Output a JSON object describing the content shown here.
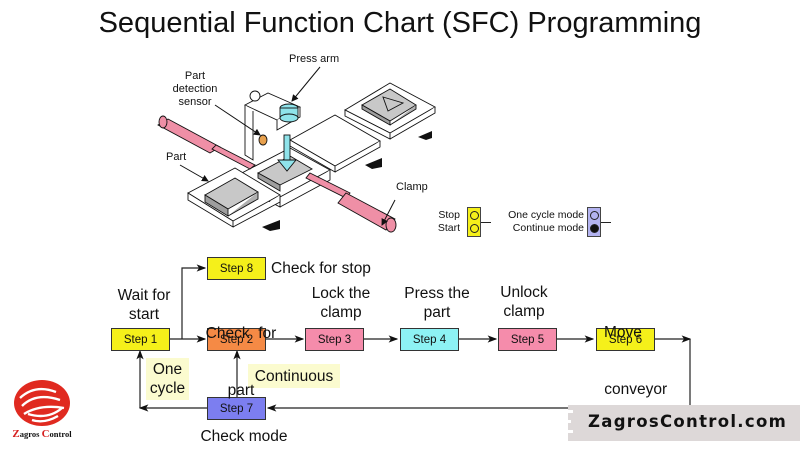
{
  "title": "Sequential Function Chart (SFC) Programming",
  "machine_illustration": {
    "labels": {
      "press_arm": "Press arm",
      "sensor": [
        "Part",
        "detection",
        "sensor"
      ],
      "part": "Part",
      "clamp": "Clamp"
    },
    "colors": {
      "cylinder": "#ef8fa6",
      "press": "#8fe3ea",
      "sensor": "#e8a14e",
      "part": "#bdbdbd"
    }
  },
  "switches": {
    "start_stop": {
      "stop_label": "Stop",
      "start_label": "Start",
      "color": "#f5f01a"
    },
    "mode": {
      "one_cycle_label": "One cycle mode",
      "continue_label": "Continue mode",
      "color": "#b3b3f0",
      "selected": "Continue mode"
    }
  },
  "sfc": {
    "steps": [
      {
        "id": "step1",
        "label": "Step 1",
        "description": [
          "Wait for",
          "start"
        ],
        "color": "#f5f01a"
      },
      {
        "id": "step2",
        "label": "Step 2",
        "description": [
          "Check  for",
          "part"
        ],
        "color": "#f58a45"
      },
      {
        "id": "step3",
        "label": "Step 3",
        "description": [
          "Lock the",
          "clamp"
        ],
        "color": "#f58cab"
      },
      {
        "id": "step4",
        "label": "Step 4",
        "description": [
          "Press the",
          "part"
        ],
        "color": "#8df2f4"
      },
      {
        "id": "step5",
        "label": "Step 5",
        "description": [
          "Unlock",
          "clamp"
        ],
        "color": "#f58cab"
      },
      {
        "id": "step6",
        "label": "Step 6",
        "description": [
          "Move",
          " conveyor"
        ],
        "color": "#f5f01a"
      },
      {
        "id": "step7",
        "label": "Step 7",
        "description": [
          "Check mode"
        ],
        "color": "#7c7ef0"
      },
      {
        "id": "step8",
        "label": "Step 8",
        "description": [
          "Check for stop"
        ],
        "color": "#f5f01a"
      }
    ],
    "branch_labels": {
      "one_cycle": [
        "One",
        "cycle"
      ],
      "continuous": "Continuous"
    }
  },
  "branding": {
    "logo_text_first_cap": "Z",
    "logo_text_first_rest": "agros ",
    "logo_text_second_cap": "C",
    "logo_text_second_rest": "ontrol",
    "website": "ZagrosControl.com",
    "logo_color": "#e02a20"
  }
}
